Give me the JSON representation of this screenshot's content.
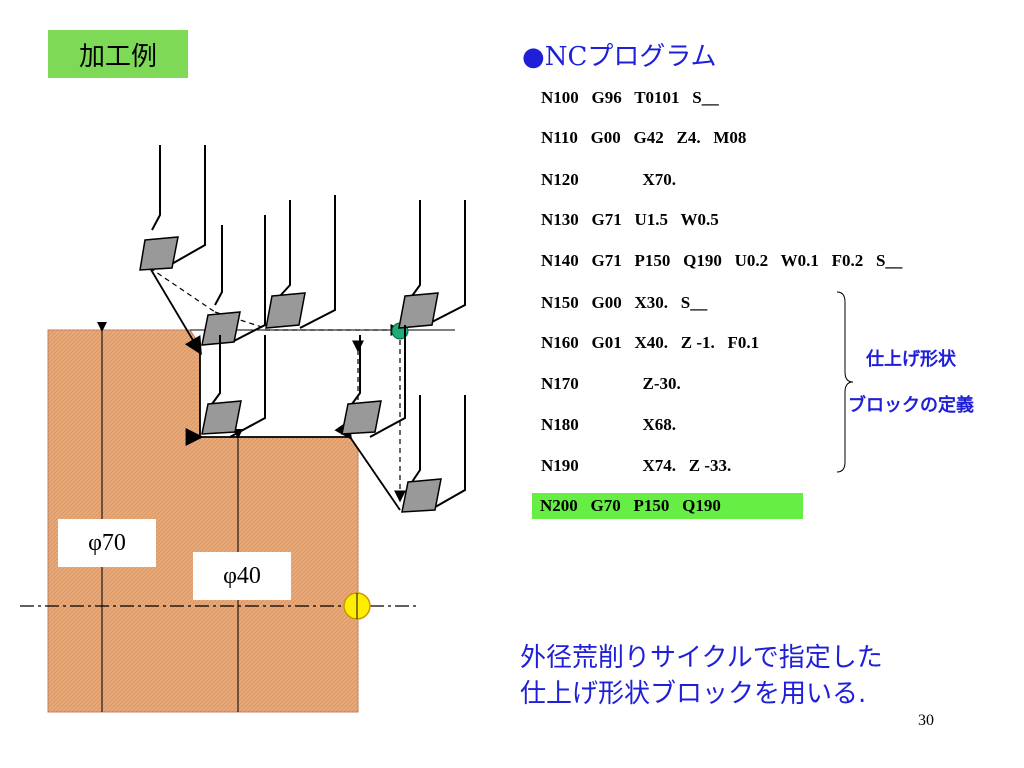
{
  "title": "加工例",
  "program": {
    "heading_bullet": "●",
    "heading": "NCプログラム",
    "lines": [
      "N100   G96   T0101   S__",
      "N110   G00   G42   Z4.   M08",
      "N120               X70.",
      "N130   G71   U1.5   W0.5",
      "N140   G71   P150   Q190   U0.2   W0.1   F0.2   S__",
      "N150   G00   X30.   S__",
      "N160   G01   X40.   Z -1.   F0.1",
      "N170               Z-30.",
      "N180               X68.",
      "N190               X74.   Z -33.",
      "N200   G70   P150   Q190"
    ]
  },
  "finish_block_label": {
    "line1": "仕上げ形状",
    "line2": "ブロックの定義"
  },
  "description": {
    "line1": "外径荒削りサイクルで指定した",
    "line2": "仕上げ形状ブロックを用いる."
  },
  "diagram": {
    "phi70": "φ70",
    "phi40": "φ40"
  },
  "colors": {
    "title_bg": "#7ed957",
    "highlight_bg": "#66ee44",
    "text_blue": "#1f1fd8",
    "workpiece": "#e8a878"
  },
  "page_number": "30"
}
